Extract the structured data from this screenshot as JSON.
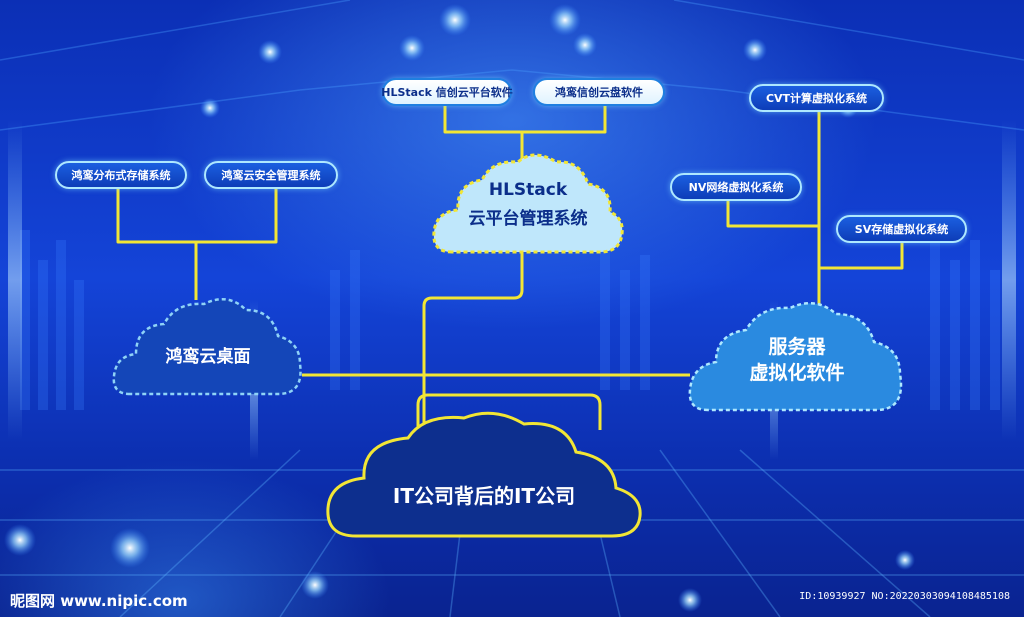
{
  "center": {
    "title": "IT公司背后的IT公司"
  },
  "clouds": {
    "hlstack": {
      "line1": "HLStack",
      "line2": "云平台管理系统"
    },
    "desktop": {
      "title": "鸿鸾云桌面"
    },
    "server": {
      "line1": "服务器",
      "line2": "虚拟化软件"
    }
  },
  "pills": {
    "hlstack_xinchuang": "HLStack 信创云平台软件",
    "honglan_cloud_disk": "鸿鸾信创云盘软件",
    "distributed_storage": "鸿鸾分布式存储系统",
    "cloud_security": "鸿鸾云安全管理系统",
    "cvt": "CVT计算虚拟化系统",
    "nv": "NV网络虚拟化系统",
    "sv": "SV存储虚拟化系统"
  },
  "watermark": {
    "site": "昵图网 www.nipic.com",
    "id_text": "ID:10939927 NO:20220303094108485108"
  },
  "colors": {
    "connector": "#f2e635",
    "cloud_dark": "#0d2f8e",
    "cloud_light": "#8fd3f7",
    "pill_border": "#aee8ff"
  }
}
